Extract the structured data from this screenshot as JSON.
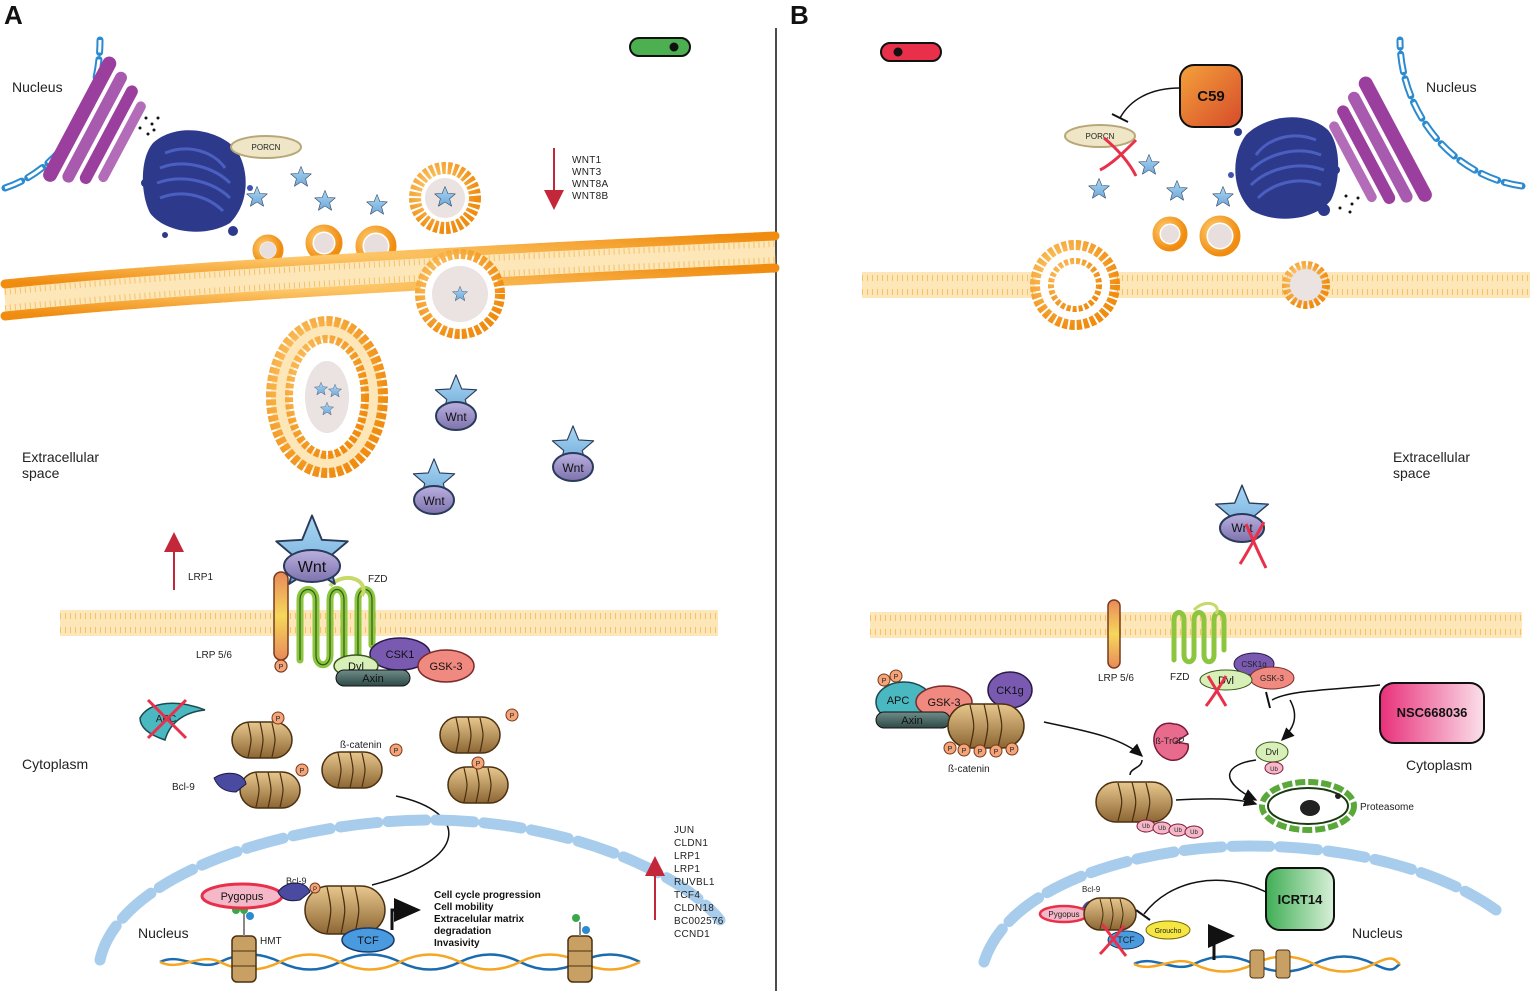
{
  "panels": {
    "a": {
      "letter": "A",
      "nucleus_top": "Nucleus",
      "porcn": "PORCN",
      "downregulated_genes": [
        "WNT1",
        "WNT3",
        "WNT8A",
        "WNT8B"
      ],
      "extracellular": [
        "Extracellular",
        "space"
      ],
      "wnt": "Wnt",
      "lrp1": "LRP1",
      "fzd": "FZD",
      "lrp56": "LRP 5/6",
      "p": "P",
      "dvl": "Dvl",
      "csk1": "CSK1",
      "gsk3": "GSK-3",
      "axin": "Axin",
      "apc": "APC",
      "cytoplasm": "Cytoplasm",
      "bcatenin": "ß-catenin",
      "bcl9": "Bcl-9",
      "pygopus": "Pygopus",
      "hmt": "HMT",
      "tcf": "TCF",
      "nucleus_bottom": "Nucleus",
      "outcomes": [
        "Cell cycle progression",
        "Cell mobility",
        "Extracelular matrix",
        "degradation",
        "Invasivity"
      ],
      "upregulated_genes": [
        "JUN",
        "CLDN1",
        "LRP1",
        "LRP1",
        "RUVBL1",
        "TCF4",
        "CLDN18",
        "BC002576",
        "CCND1"
      ]
    },
    "b": {
      "letter": "B",
      "c59": "C59",
      "porcn": "PORCN",
      "nucleus_top": "Nucleus",
      "extracellular": [
        "Extracellular",
        "space"
      ],
      "wnt": "Wnt",
      "lrp56": "LRP 5/6",
      "fzd": "FZD",
      "csk1g_small": "CSK1g",
      "gsk3": "GSK-3",
      "dvl": "Dvl",
      "apc": "APC",
      "axin": "Axin",
      "ck1g": "CK1g",
      "p": "P",
      "bcatenin": "ß-catenin",
      "btrcp": "ß-TrCP",
      "nsc": "NSC668036",
      "ub": "Ub",
      "cytoplasm": "Cytoplasm",
      "proteasome": "Proteasome",
      "icrt": "ICRT14",
      "bcl9": "Bcl-9",
      "pygopus": "Pygopus",
      "tcf": "TCF",
      "groucho": "Groucho",
      "nucleus_bottom": "Nucleus"
    }
  },
  "colors": {
    "membrane": "#f5a623",
    "wnt_blue": "#8ec8ec",
    "wnt_purple": "#9c8fc4",
    "inhibition_red": "#e8304a",
    "arrow_red": "#c2283a",
    "er_blue": "#2d3a8c",
    "golgi_purple": "#9b3f9e",
    "bcatenin_tan": "#c8a064",
    "nucleus_dash": "#8ec0e8",
    "status_green": "#4caf50",
    "status_red": "#e8304a"
  }
}
